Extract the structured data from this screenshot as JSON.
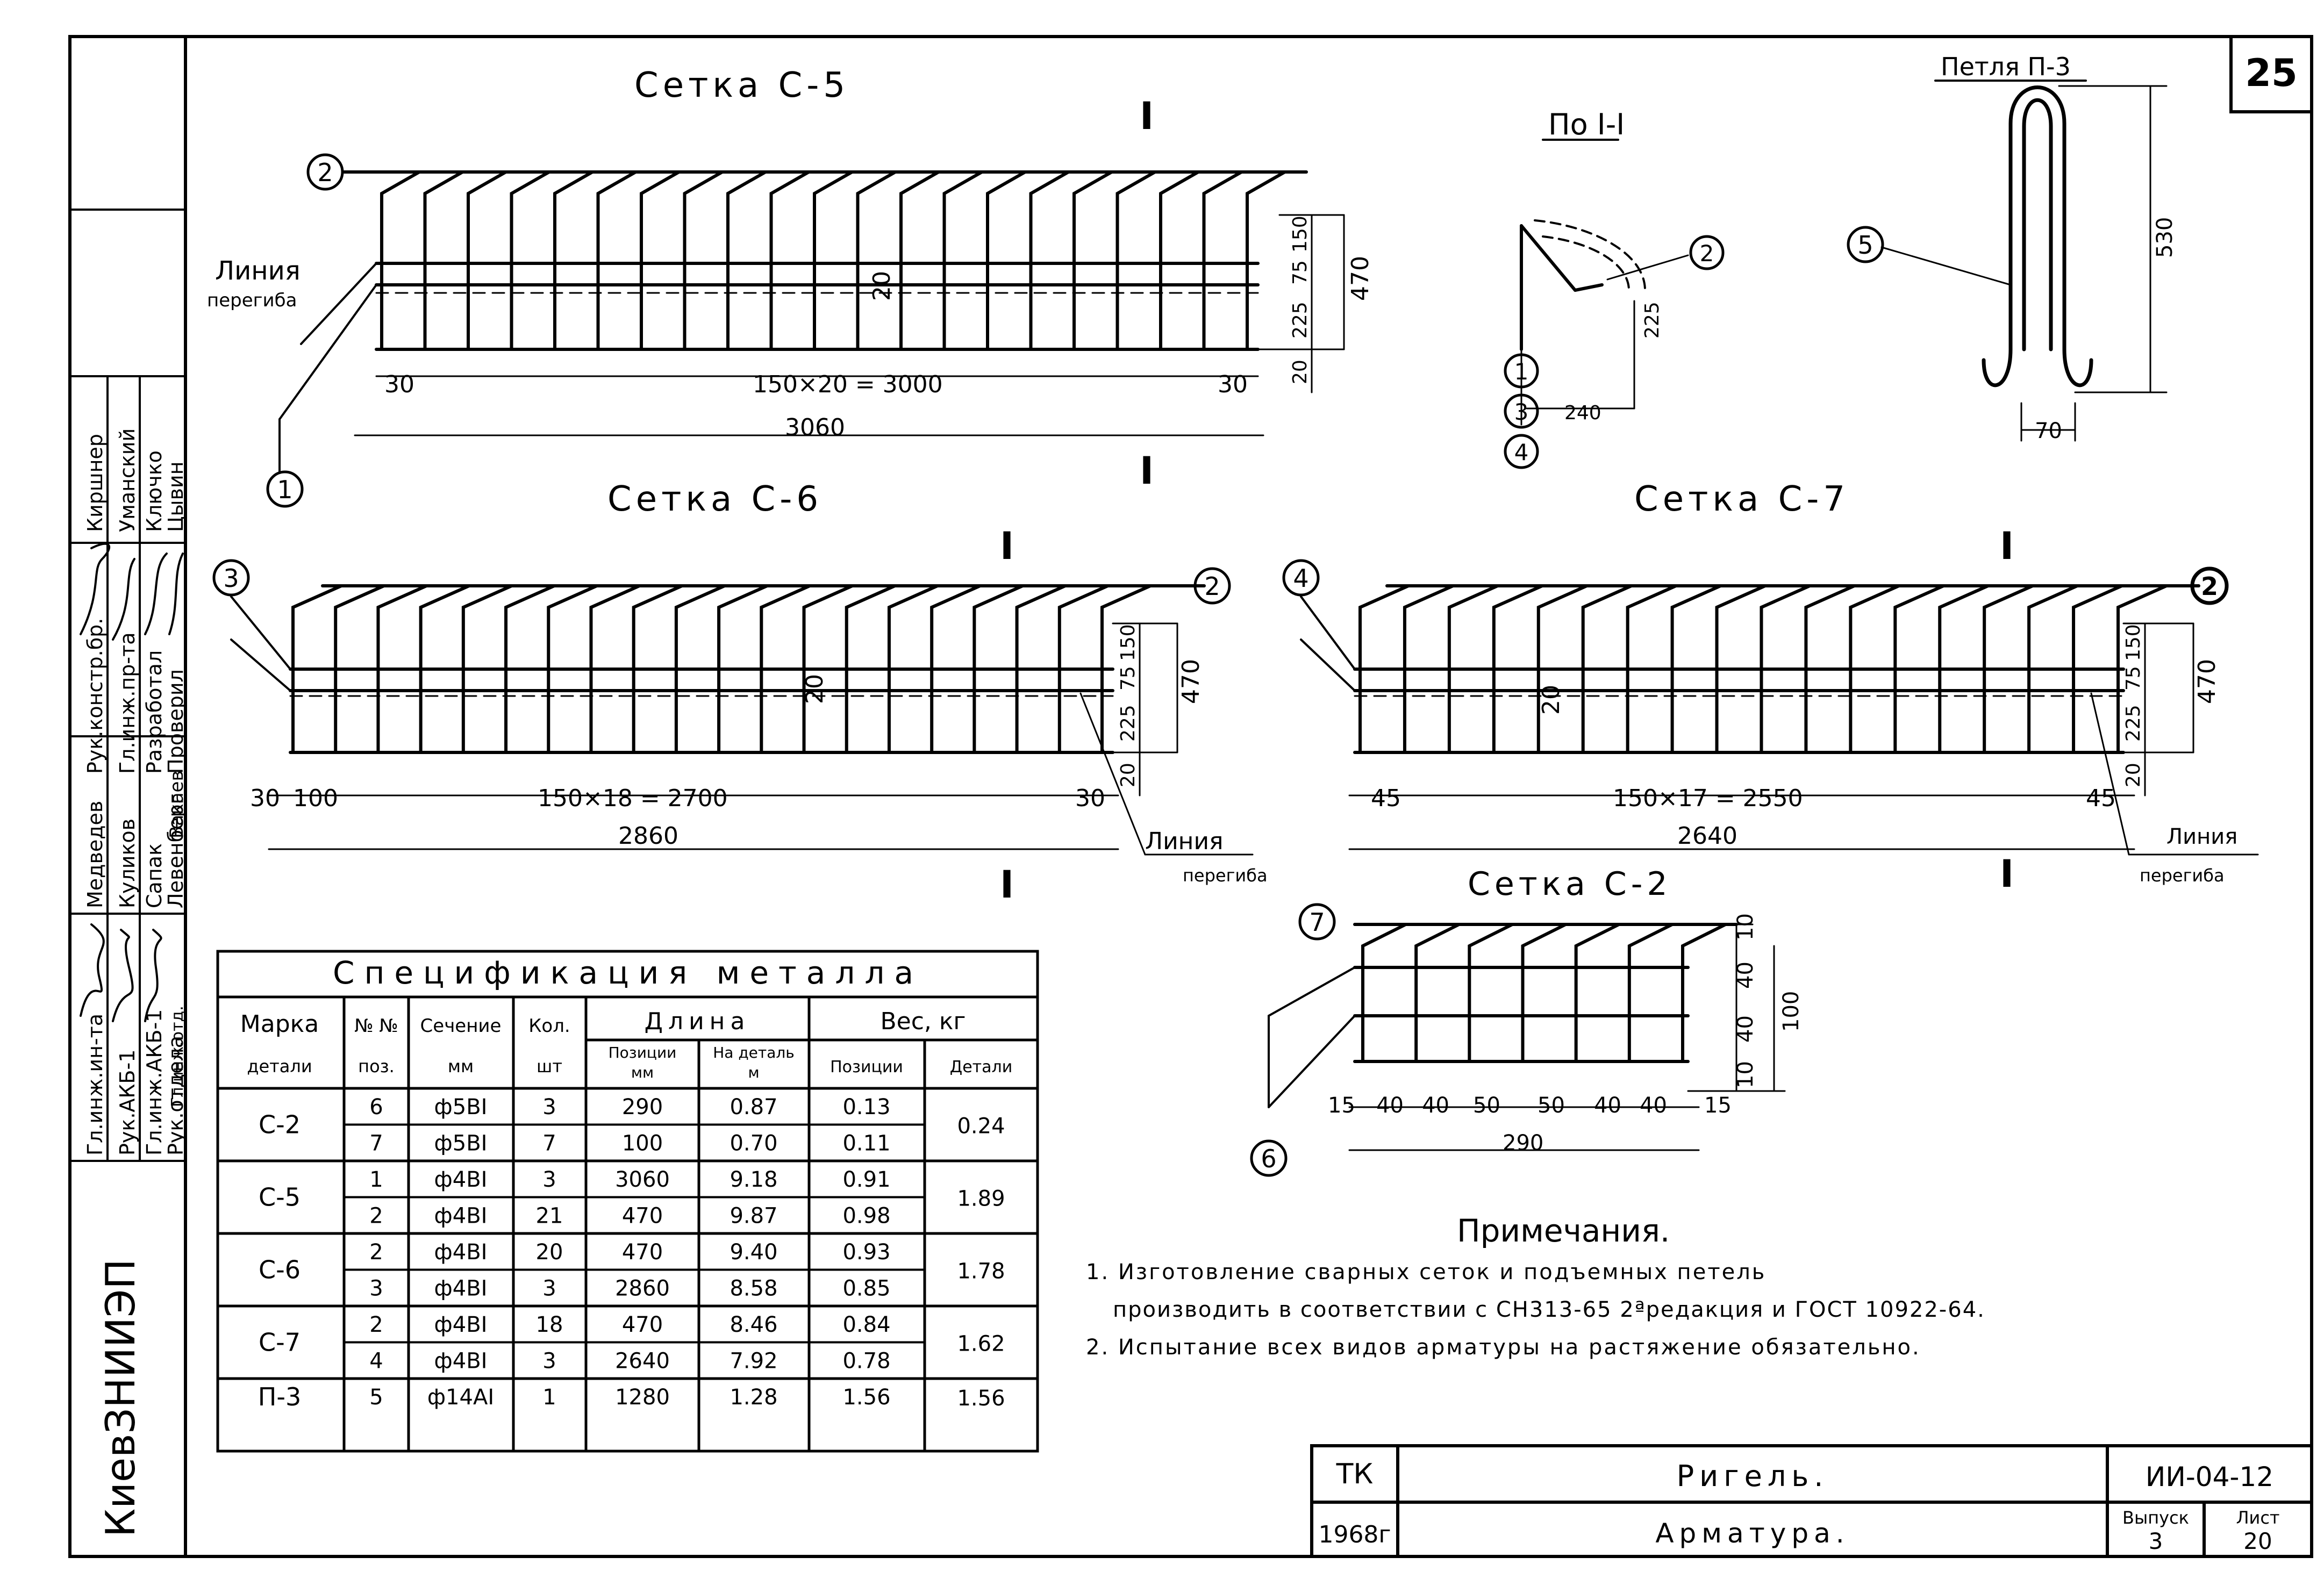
{
  "sheet_number": "25",
  "side_stamp": {
    "org": "КиевЗНИИЭП",
    "roles": [
      "Гл.инж.ин-та",
      "Рук.АКБ-1",
      "Гл.инж.АКБ-1",
      "Рук.отдела",
      "Гл.инж.отд.",
      "Рук.констр.бр.",
      "Гл.инж.пр-та",
      "Разработал",
      "Проверил"
    ],
    "names": [
      "Медведев",
      "Куликов",
      "Сапак",
      "Левенберг",
      "Вакаев",
      "Киршнер",
      "Уманский",
      "Ключко",
      "Цывин"
    ]
  },
  "mesh_c5": {
    "title": "Сетка С-5",
    "section_mark": "I",
    "bend_label": [
      "Линия",
      "перегиба"
    ],
    "positions": [
      "2",
      "1"
    ],
    "height_dims": [
      "150",
      "75",
      "225",
      "20"
    ],
    "total_height": "470",
    "gap": "20",
    "end_dims": [
      "30",
      "30"
    ],
    "spacing": "150×20 = 3000",
    "length": "3060"
  },
  "section_1_1": {
    "title": "По I-I",
    "positions": [
      "2",
      "1",
      "3",
      "4"
    ],
    "dims": [
      "225",
      "240"
    ]
  },
  "loop_p3": {
    "title": "Петля П-3",
    "position": "5",
    "height": "530",
    "width": "70"
  },
  "mesh_c6": {
    "title": "Сетка С-6",
    "section_mark": "I",
    "positions": [
      "3",
      "2"
    ],
    "height_dims": [
      "150",
      "75",
      "225",
      "20"
    ],
    "total_height": "470",
    "gap": "20",
    "end_dims": [
      "30",
      "100",
      "30"
    ],
    "spacing": "150×18 = 2700",
    "length": "2860",
    "bend_label": [
      "Линия",
      "перегиба"
    ]
  },
  "mesh_c7": {
    "title": "Сетка С-7",
    "section_mark": "I",
    "positions": [
      "4",
      "2"
    ],
    "height_dims": [
      "150",
      "75",
      "225",
      "20"
    ],
    "total_height": "470",
    "gap": "20",
    "end_dims": [
      "45",
      "45"
    ],
    "spacing": "150×17 = 2550",
    "length": "2640",
    "bend_label": [
      "Линия",
      "перегиба"
    ]
  },
  "mesh_c2": {
    "title": "Сетка С-2",
    "positions": [
      "7",
      "6"
    ],
    "height_dims": [
      "10",
      "40",
      "40",
      "10"
    ],
    "total_height": "100",
    "spacings": [
      "15",
      "40",
      "40",
      "50",
      "50",
      "40",
      "40",
      "15"
    ],
    "length": "290"
  },
  "spec_table": {
    "title": "Спецификация металла",
    "headers": {
      "mark": [
        "Марка",
        "детали"
      ],
      "pos": [
        "№ №",
        "поз."
      ],
      "section": [
        "Сечение",
        "мм"
      ],
      "qty": [
        "Кол.",
        "шт"
      ],
      "length": "Длина",
      "len_pos": [
        "Позиции",
        "мм"
      ],
      "len_part": [
        "На деталь",
        "м"
      ],
      "weight": "Вес, кг",
      "w_pos": "Позиции",
      "w_part": "Детали"
    },
    "groups": [
      {
        "mark": "С-2",
        "part_weight": "0.24",
        "rows": [
          {
            "pos": "6",
            "section": "ф5ВI",
            "qty": "3",
            "len_pos": "290",
            "len_part": "0.87",
            "w_pos": "0.13"
          },
          {
            "pos": "7",
            "section": "ф5ВI",
            "qty": "7",
            "len_pos": "100",
            "len_part": "0.70",
            "w_pos": "0.11"
          }
        ]
      },
      {
        "mark": "С-5",
        "part_weight": "1.89",
        "rows": [
          {
            "pos": "1",
            "section": "ф4ВI",
            "qty": "3",
            "len_pos": "3060",
            "len_part": "9.18",
            "w_pos": "0.91"
          },
          {
            "pos": "2",
            "section": "ф4ВI",
            "qty": "21",
            "len_pos": "470",
            "len_part": "9.87",
            "w_pos": "0.98"
          }
        ]
      },
      {
        "mark": "С-6",
        "part_weight": "1.78",
        "rows": [
          {
            "pos": "2",
            "section": "ф4ВI",
            "qty": "20",
            "len_pos": "470",
            "len_part": "9.40",
            "w_pos": "0.93"
          },
          {
            "pos": "3",
            "section": "ф4ВI",
            "qty": "3",
            "len_pos": "2860",
            "len_part": "8.58",
            "w_pos": "0.85"
          }
        ]
      },
      {
        "mark": "С-7",
        "part_weight": "1.62",
        "rows": [
          {
            "pos": "2",
            "section": "ф4ВI",
            "qty": "18",
            "len_pos": "470",
            "len_part": "8.46",
            "w_pos": "0.84"
          },
          {
            "pos": "4",
            "section": "ф4ВI",
            "qty": "3",
            "len_pos": "2640",
            "len_part": "7.92",
            "w_pos": "0.78"
          }
        ]
      },
      {
        "mark": "П-3",
        "part_weight": "1.56",
        "rows": [
          {
            "pos": "5",
            "section": "ф14АI",
            "qty": "1",
            "len_pos": "1280",
            "len_part": "1.28",
            "w_pos": "1.56"
          }
        ]
      }
    ]
  },
  "notes": {
    "title": "Примечания.",
    "lines": [
      "1. Изготовление сварных сеток и подъемных петель",
      "производить в соответствии с СН313-65 2ªредакция и ГОСТ 10922-64.",
      "2. Испытание всех видов арматуры на растяжение обязательно."
    ]
  },
  "title_block": {
    "code": "ТК",
    "year": "1968г",
    "name": "Ригель.",
    "subject": "Арматура.",
    "series": "ИИ-04-12",
    "issue_label": "Выпуск",
    "issue": "3",
    "sheet_label": "Лист",
    "sheet": "20"
  }
}
